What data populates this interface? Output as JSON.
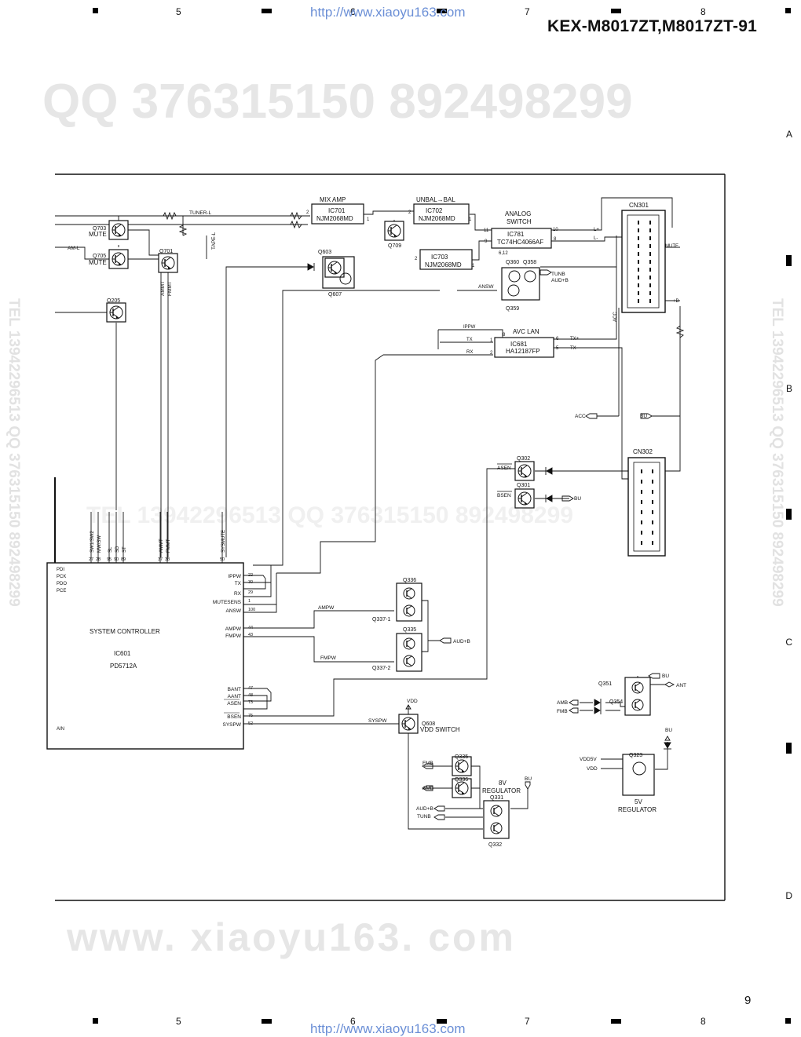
{
  "header": {
    "url": "http://www.xiaoyu163.com",
    "model": "KEX-M8017ZT,M8017ZT-91",
    "column_numbers": [
      "5",
      "6",
      "7",
      "8"
    ],
    "row_letters": [
      "A",
      "B",
      "C",
      "D"
    ]
  },
  "watermarks": {
    "top": "QQ 376315150   892498299",
    "bottom": "www. xiaoyu163. com",
    "middle": "TEL 13942296513   QQ 376315150  892498299",
    "side_left": "TEL 13942296513  QQ 376315150  892498299",
    "side_right": "TEL 13942296513  QQ 376315150  892498299"
  },
  "footer": {
    "page_number": "9",
    "url": "http://www.xiaoyu163.com"
  },
  "schematic": {
    "mix_amp": {
      "title": "MIX AMP",
      "ref": "IC701",
      "part": "NJM2068MD",
      "pins": [
        "2",
        "1"
      ]
    },
    "unbal_bal": {
      "title": "UNBAL→BAL",
      "ref": "IC702",
      "part": "NJM2068MD",
      "pins": [
        "2",
        "1"
      ]
    },
    "ic703": {
      "ref": "IC703",
      "part": "NJM2068MD",
      "pins": [
        "2",
        "1"
      ]
    },
    "analog_switch": {
      "title1": "ANALOG",
      "title2": "SWITCH",
      "ref": "IC781",
      "part": "TC74HC4066AF",
      "pins": [
        "11",
        "9",
        "10",
        "8",
        "6,12"
      ]
    },
    "avc_lan": {
      "title": "AVC LAN",
      "ref": "IC681",
      "part": "HA12187FP",
      "pins": [
        "8",
        "1",
        "2",
        "6",
        "5"
      ],
      "signals": [
        "IPPW",
        "TX",
        "RX",
        "TX+",
        "TX-"
      ]
    },
    "cn301": {
      "ref": "CN301",
      "signals": [
        "L+",
        "L-",
        "MUTE",
        "+B",
        "ACC"
      ]
    },
    "cn302": {
      "ref": "CN302"
    },
    "system_controller": {
      "title": "SYSTEM CONTROLLER",
      "ref": "IC601",
      "part": "PD5712A",
      "top_pins": [
        {
          "num": "27",
          "name": "SW1/SW2"
        },
        {
          "num": "28",
          "name": "MW/SW"
        },
        {
          "num": "95",
          "name": "SL"
        },
        {
          "num": "90",
          "name": "SD"
        },
        {
          "num": "89",
          "name": "ST"
        },
        {
          "num": "37",
          "name": "AMMT"
        },
        {
          "num": "38",
          "name": "FMMT"
        },
        {
          "num": "50",
          "name": "SYSMUTE"
        }
      ],
      "right_pins": [
        {
          "num": "22",
          "name": "IPPW"
        },
        {
          "num": "30",
          "name": "TX"
        },
        {
          "num": "29",
          "name": "RX"
        },
        {
          "num": "1",
          "name": "MUTESENS"
        },
        {
          "num": "100",
          "name": "ANSW"
        },
        {
          "num": "44",
          "name": "AMPW"
        },
        {
          "num": "43",
          "name": "FMPW"
        },
        {
          "num": "47",
          "name": "BANT"
        },
        {
          "num": "48",
          "name": "AANT"
        },
        {
          "num": "73",
          "name": "ASEN"
        },
        {
          "num": "75",
          "name": "BSEN"
        },
        {
          "num": "52",
          "name": "SYSPW"
        }
      ],
      "left_pins": [
        "PDI",
        "PCK",
        "PDO",
        "PCE"
      ],
      "bottom_left": "AIN"
    },
    "transistors": {
      "q703": {
        "ref": "Q703",
        "label": "MUTE"
      },
      "q705": {
        "ref": "Q705",
        "label": "MUTE"
      },
      "q701": "Q701",
      "q205": "Q205",
      "q603": "Q603",
      "q607": "Q607",
      "q709": "Q709",
      "q360": "Q360",
      "q358": "Q358",
      "q359": "Q359",
      "q302": "Q302",
      "q301": "Q301",
      "q336": "Q336",
      "q337_1": "Q337-1",
      "q335": "Q335",
      "q337_2": "Q337-2",
      "q608": {
        "ref": "Q608",
        "label": "VDD SWITCH"
      },
      "q335b": "Q335",
      "q336b": "Q336",
      "q331": "Q331",
      "q332": "Q332",
      "q351": "Q351",
      "q354": "Q354",
      "q323": "Q323"
    },
    "nets": {
      "tuner_l": "TUNER-L",
      "am_l": "AM-L",
      "tape_l": "TAPE-L",
      "ammt": "AMMT",
      "fmmt": "FMMT",
      "sysmute": "SYSMUTE",
      "answ": "ANSW",
      "tunb": "TUNB",
      "aud_b": "AUD+B",
      "acc": "ACC",
      "bu": "BU",
      "asen": "ASEN",
      "bsen": "BSEN",
      "ampw": "AMPW",
      "fmpw": "FMPW",
      "syspw": "SYSPW",
      "vdd": "VDD",
      "fmb": "FMB",
      "amb": "AMB",
      "ant": "ANT",
      "vdd5v": "VDD5V",
      "reg8_1": "8V",
      "reg8_2": "REGULATOR",
      "reg5_1": "5V",
      "reg5_2": "REGULATOR"
    }
  }
}
